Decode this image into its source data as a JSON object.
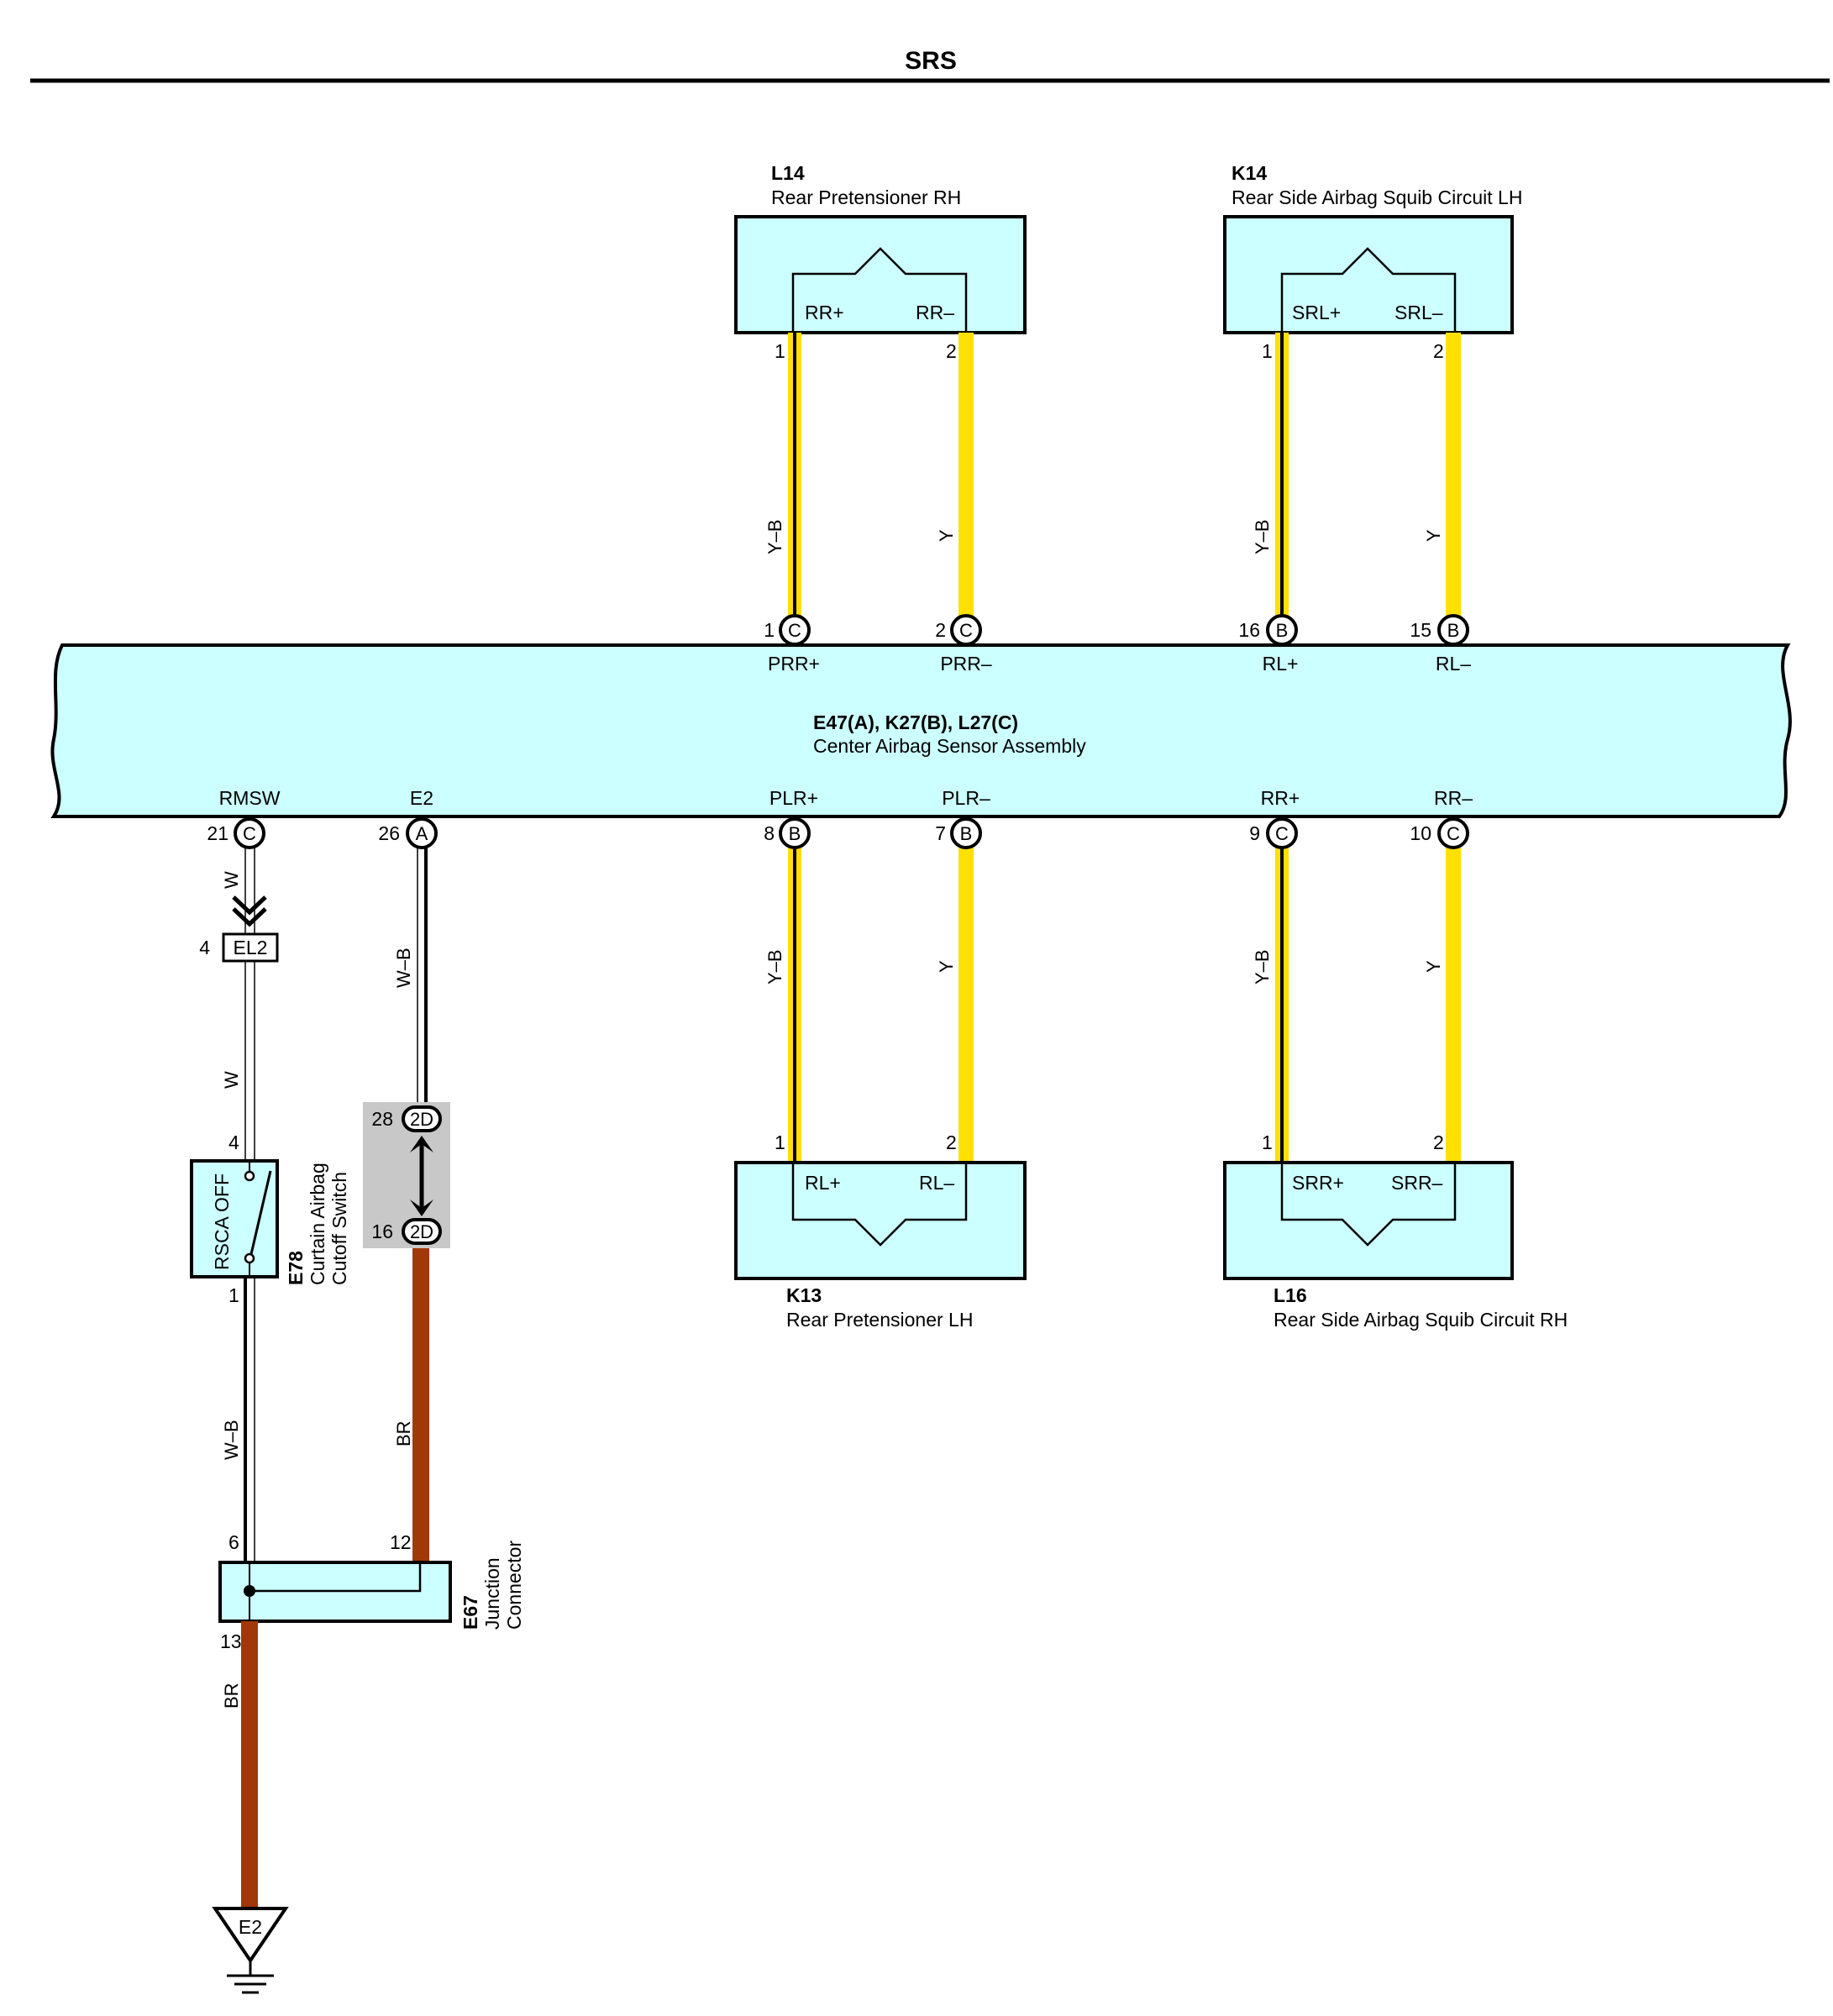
{
  "title": "SRS",
  "colors": {
    "component_fill": "#ccffff",
    "wire_yellow": "#ffe000",
    "wire_brown": "#a0380a",
    "wire_white": "#ffffff",
    "wire_black": "#000000",
    "splice_bg": "#c8c8c8"
  },
  "center_ecu": {
    "id": "E47(A), K27(B), L27(C)",
    "name": "Center Airbag Sensor Assembly",
    "top_terminals": [
      {
        "pin": "1",
        "conn": "C",
        "label": "PRR+"
      },
      {
        "pin": "2",
        "conn": "C",
        "label": "PRR–"
      },
      {
        "pin": "16",
        "conn": "B",
        "label": "RL+"
      },
      {
        "pin": "15",
        "conn": "B",
        "label": "RL–"
      }
    ],
    "bottom_terminals": [
      {
        "pin": "21",
        "conn": "C",
        "label": "RMSW"
      },
      {
        "pin": "26",
        "conn": "A",
        "label": "E2"
      },
      {
        "pin": "8",
        "conn": "B",
        "label": "PLR+"
      },
      {
        "pin": "7",
        "conn": "B",
        "label": "PLR–"
      },
      {
        "pin": "9",
        "conn": "C",
        "label": "RR+"
      },
      {
        "pin": "10",
        "conn": "C",
        "label": "RR–"
      }
    ]
  },
  "components": [
    {
      "id": "L14",
      "name": "Rear Pretensioner RH",
      "pins": [
        "1",
        "2"
      ],
      "labels": [
        "RR+",
        "RR–"
      ],
      "wires": [
        "Y–B",
        "Y"
      ]
    },
    {
      "id": "K14",
      "name": "Rear Side Airbag Squib Circuit LH",
      "pins": [
        "1",
        "2"
      ],
      "labels": [
        "SRL+",
        "SRL–"
      ],
      "wires": [
        "Y–B",
        "Y"
      ]
    },
    {
      "id": "K13",
      "name": "Rear Pretensioner LH",
      "pins": [
        "1",
        "2"
      ],
      "labels": [
        "RL+",
        "RL–"
      ],
      "wires": [
        "Y–B",
        "Y"
      ]
    },
    {
      "id": "L16",
      "name": "Rear Side Airbag Squib Circuit RH",
      "pins": [
        "1",
        "2"
      ],
      "labels": [
        "SRR+",
        "SRR–"
      ],
      "wires": [
        "Y–B",
        "Y"
      ]
    }
  ],
  "switch": {
    "id": "E78",
    "name_line1": "Curtain Airbag",
    "name_line2": "Cutoff Switch",
    "face": "RSCA OFF",
    "pin_top": "4",
    "pin_bottom": "1"
  },
  "connector_el2": {
    "label": "EL2",
    "pin": "4"
  },
  "junction": {
    "id": "E67",
    "name_line1": "Junction",
    "name_line2": "Connector",
    "pins": [
      "6",
      "12",
      "13"
    ]
  },
  "splice": {
    "label_top": "2D",
    "pin_top": "28",
    "label_bottom": "2D",
    "pin_bottom": "16"
  },
  "ground": {
    "label": "E2"
  },
  "left_wires": {
    "rmsw_upper": "W",
    "rmsw_mid": "W",
    "rmsw_lower": "W–B",
    "e2_upper": "W–B",
    "e2_lower": "BR",
    "ground": "BR"
  }
}
